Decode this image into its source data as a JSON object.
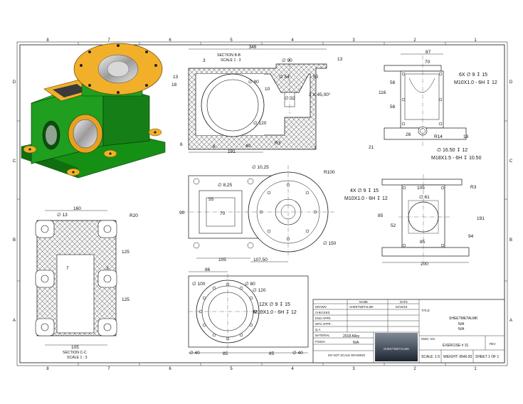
{
  "zones": {
    "columns": [
      "8",
      "7",
      "6",
      "5",
      "4",
      "3",
      "2",
      "1"
    ],
    "rows": [
      "D",
      "C",
      "B",
      "A"
    ]
  },
  "colors": {
    "iso_body": "#1f9e1f",
    "iso_flange": "#f2b02a",
    "iso_dark": "#0d4d0d"
  },
  "section_bb": {
    "title": "SECTION B-B",
    "scale": "SCALE 1 : 3"
  },
  "section_cc": {
    "title": "SECTION C-C",
    "scale": "SCALE 1 : 3"
  },
  "dims": {
    "bb_346": "346",
    "bb_3": "3",
    "bb_13l": "13",
    "bb_18": "18",
    "bb_d90": "∅ 90",
    "bb_13r": "13",
    "bb_d54": "∅ 54",
    "bb_50": "50",
    "bb_d80": "∅ 80",
    "bb_10": "10",
    "bb_chamfer": "2 X 45,00°",
    "bb_d32": "∅ 32",
    "bb_d120": "∅ 120",
    "bb_6a": "6",
    "bb_6b": "6",
    "bb_40": "40",
    "bb_r3": "R3",
    "bb_3b": "3",
    "bb_191": "191",
    "rv_87": "87",
    "rv_70": "70",
    "rv_58a": "58",
    "rv_116": "116",
    "rv_58b": "58",
    "rv_26": "26",
    "rv_r14": "R14",
    "rv_19": "19",
    "rv_21": "21",
    "rv_holes": "6X ∅ 9 ↧ 15",
    "rv_thread": "M10X1.0 - 6H ↧ 12",
    "rv_cb1": "∅ 16.50 ↧ 12",
    "rv_cb2": "M18X1.5 - 6H ↧ 10.50",
    "tv_d1025": "∅ 10,25",
    "tv_r100": "R100",
    "tv_d825": "∅ 8,25",
    "tv_55": "55",
    "tv_70": "70",
    "tv_90": "90",
    "tv_d150": "∅ 150",
    "tv_105": "105",
    "tv_10750": "107,50",
    "fv_105": "105",
    "fv_r3": "R3",
    "fv_d61": "∅ 61",
    "fv_holes": "4X ∅ 9 ↧ 15",
    "fv_thread": "M10X1.0 - 6H ↧ 12",
    "fv_85a": "85",
    "fv_52": "52",
    "fv_191": "191",
    "fv_94": "94",
    "fv_85b": "85",
    "fv_200": "200",
    "cc_160": "160",
    "cc_d13": "∅ 13",
    "cc_r20": "R20",
    "cc_125a": "125",
    "cc_7": "7",
    "cc_3": "3",
    "cc_125b": "125",
    "cc_105": "105",
    "bv_86": "86",
    "bv_d100": "∅ 100",
    "bv_d80": "∅ 80",
    "bv_d120": "∅ 120",
    "bv_holes": "12X ∅ 9 ↧ 15",
    "bv_thread": "M10X1.0 - 6H ↧ 12",
    "bv_d40a": "∅ 40",
    "bv_85a": "85",
    "bv_85b": "85",
    "bv_d40b": "∅ 40"
  },
  "title_block": {
    "col_name": "NAME",
    "col_date": "DATE",
    "drawn_label": "DRAWN",
    "drawn_name": "SHEETMETALMK",
    "drawn_date": "02/19/18",
    "checked": "CHECKED",
    "eng_appr": "ENG APPR.",
    "mfg_appr": "MFG APPR.",
    "qa": "Q.A.",
    "title_label": "TITLE:",
    "title_value": "SHEETMETALMK",
    "title_na1": "N/A",
    "title_na2": "N/A",
    "material_label": "MATERIAL",
    "material_value": "2018 Alloy",
    "finish_label": "FINISH",
    "finish_value": "N/A",
    "dont_scale": "DO NOT SCALE DRAWING",
    "logo_text": "SHEETMETALMK",
    "dwg_no_label": "DWG. NO.",
    "dwg_no_value": "EXERCISE # 31",
    "rev": "REV",
    "scale": "SCALE: 1:5",
    "weight": "WEIGHT: 9546.93",
    "sheet": "SHEET 1 OF 1"
  }
}
